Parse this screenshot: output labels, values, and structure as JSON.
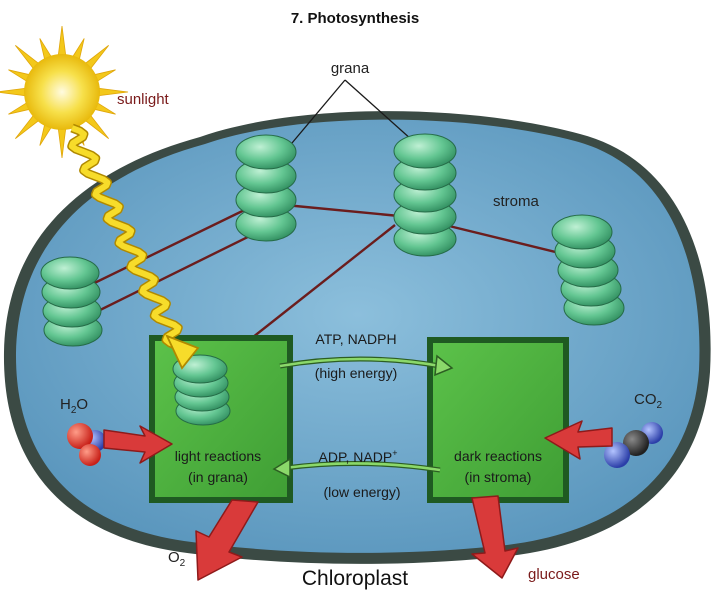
{
  "title": "7.   Photosynthesis",
  "caption": "Chloroplast",
  "labels": {
    "sunlight": "sunlight",
    "grana": "grana",
    "stroma": "stroma",
    "water": "H",
    "water_sub": "2",
    "water_end": "O",
    "co2": "CO",
    "co2_sub": "2",
    "oxygen": "O",
    "oxygen_sub": "2",
    "glucose": "glucose"
  },
  "light_box": {
    "line1": "light reactions",
    "line2": "(in grana)"
  },
  "dark_box": {
    "line1": "dark reactions",
    "line2": "(in stroma)"
  },
  "flow_top": {
    "line1": "ATP, NADPH",
    "line2": "(high energy)"
  },
  "flow_bottom": {
    "line1": "ADP, NADP",
    "sup": "+",
    "line2": "(low energy)"
  },
  "colors": {
    "stroma_fill": "#6aa4c8",
    "membrane": "#3e4a44",
    "box_fill": "#4cae3c",
    "box_border": "#1f5a22",
    "granum": "#66c694",
    "arrow_red": "#d63a3a",
    "sun": "#f6d31a"
  }
}
